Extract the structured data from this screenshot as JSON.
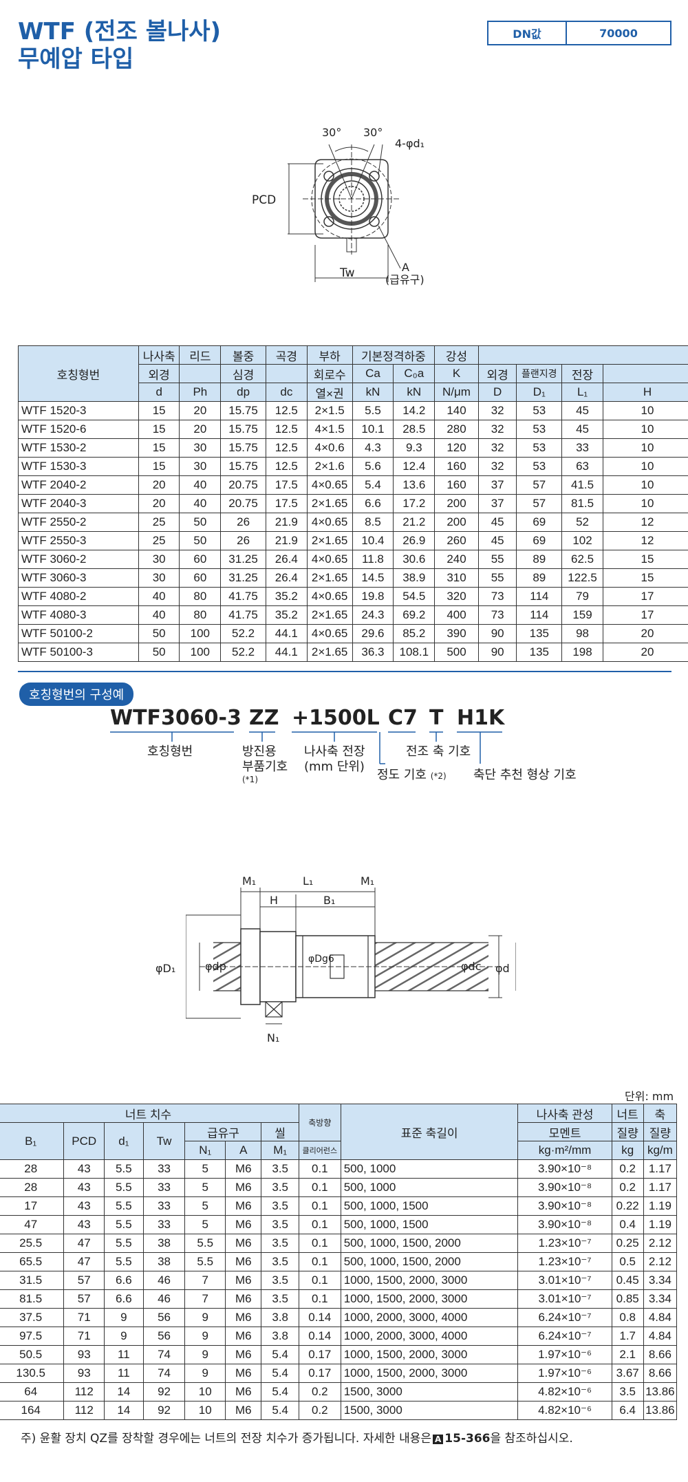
{
  "title_line1": "WTF (전조 볼나사)",
  "title_line2": "무예압 타입",
  "dn": {
    "key": "DN값",
    "value": "70000"
  },
  "fig1": {
    "angle1": "30°",
    "angle2": "30°",
    "hole": "4-φd₁",
    "pcd": "PCD",
    "tw": "Tw",
    "a": "A",
    "lube": "(급유구)"
  },
  "table1": {
    "headers": {
      "model": "호칭형번",
      "d_top": "나사축",
      "d_mid": "외경",
      "d_unit": "d",
      "ph_top": "리드",
      "ph_unit": "Ph",
      "dp_top": "볼중",
      "dp_mid": "심경",
      "dp_unit": "dp",
      "dc_top": "곡경",
      "dc_unit": "dc",
      "load_top": "부하",
      "load_mid": "회로수",
      "load_unit": "열×권",
      "rating": "기본정격하중",
      "ca": "Ca",
      "ca_unit": "kN",
      "c0a": "C₀a",
      "c0a_unit": "kN",
      "k_top": "강성",
      "k_mid": "K",
      "k_unit": "N/μm",
      "D_top": "외경",
      "D_unit": "D",
      "D1_top": "플랜지경",
      "D1_unit": "D₁",
      "L1_top": "전장",
      "L1_unit": "L₁",
      "H_unit": "H"
    },
    "rows": [
      [
        "WTF 1520-3",
        "15",
        "20",
        "15.75",
        "12.5",
        "2×1.5",
        "5.5",
        "14.2",
        "140",
        "32",
        "53",
        "45",
        "10"
      ],
      [
        "WTF 1520-6",
        "15",
        "20",
        "15.75",
        "12.5",
        "4×1.5",
        "10.1",
        "28.5",
        "280",
        "32",
        "53",
        "45",
        "10"
      ],
      [
        "WTF 1530-2",
        "15",
        "30",
        "15.75",
        "12.5",
        "4×0.6",
        "4.3",
        "9.3",
        "120",
        "32",
        "53",
        "33",
        "10"
      ],
      [
        "WTF 1530-3",
        "15",
        "30",
        "15.75",
        "12.5",
        "2×1.6",
        "5.6",
        "12.4",
        "160",
        "32",
        "53",
        "63",
        "10"
      ],
      [
        "WTF 2040-2",
        "20",
        "40",
        "20.75",
        "17.5",
        "4×0.65",
        "5.4",
        "13.6",
        "160",
        "37",
        "57",
        "41.5",
        "10"
      ],
      [
        "WTF 2040-3",
        "20",
        "40",
        "20.75",
        "17.5",
        "2×1.65",
        "6.6",
        "17.2",
        "200",
        "37",
        "57",
        "81.5",
        "10"
      ],
      [
        "WTF 2550-2",
        "25",
        "50",
        "26",
        "21.9",
        "4×0.65",
        "8.5",
        "21.2",
        "200",
        "45",
        "69",
        "52",
        "12"
      ],
      [
        "WTF 2550-3",
        "25",
        "50",
        "26",
        "21.9",
        "2×1.65",
        "10.4",
        "26.9",
        "260",
        "45",
        "69",
        "102",
        "12"
      ],
      [
        "WTF 3060-2",
        "30",
        "60",
        "31.25",
        "26.4",
        "4×0.65",
        "11.8",
        "30.6",
        "240",
        "55",
        "89",
        "62.5",
        "15"
      ],
      [
        "WTF 3060-3",
        "30",
        "60",
        "31.25",
        "26.4",
        "2×1.65",
        "14.5",
        "38.9",
        "310",
        "55",
        "89",
        "122.5",
        "15"
      ],
      [
        "WTF 4080-2",
        "40",
        "80",
        "41.75",
        "35.2",
        "4×0.65",
        "19.8",
        "54.5",
        "320",
        "73",
        "114",
        "79",
        "17"
      ],
      [
        "WTF 4080-3",
        "40",
        "80",
        "41.75",
        "35.2",
        "2×1.65",
        "24.3",
        "69.2",
        "400",
        "73",
        "114",
        "159",
        "17"
      ],
      [
        "WTF 50100-2",
        "50",
        "100",
        "52.2",
        "44.1",
        "4×0.65",
        "29.6",
        "85.2",
        "390",
        "90",
        "135",
        "98",
        "20"
      ],
      [
        "WTF 50100-3",
        "50",
        "100",
        "52.2",
        "44.1",
        "2×1.65",
        "36.3",
        "108.1",
        "500",
        "90",
        "135",
        "198",
        "20"
      ]
    ]
  },
  "example": {
    "tag": "호칭형번의 구성예",
    "parts": [
      "WTF3060-3",
      "ZZ",
      "+1500L",
      "C7",
      "T",
      "H1K"
    ],
    "label_model": "호칭형번",
    "label_zz1": "방진용",
    "label_zz2": "부품기호",
    "label_zz3": "(*1)",
    "label_len1": "나사축 전장",
    "label_len2": "(mm 단위)",
    "label_acc": "정도 기호",
    "label_acc_note": "(*2)",
    "label_t": "전조 축 기호",
    "label_h": "축단 추천 형상 기호"
  },
  "fig2": {
    "m1a": "M₁",
    "l1": "L₁",
    "m1b": "M₁",
    "h": "H",
    "b1": "B₁",
    "d1": "φD₁",
    "dp": "φdp",
    "dg6": "φDg6",
    "dc": "φdc",
    "d": "φd",
    "n1": "N₁"
  },
  "unit": "단위: mm",
  "table2": {
    "headers": {
      "nut": "너트 치수",
      "b1": "B₁",
      "pcd": "PCD",
      "d1": "d₁",
      "tw": "Tw",
      "lube": "급유구",
      "n1": "N₁",
      "a": "A",
      "seal": "씰",
      "m1": "M₁",
      "clear1": "축방향",
      "clear2": "클리어런스",
      "len": "표준 축길이",
      "inertia1": "나사축 관성",
      "inertia2": "모멘트",
      "inertia_unit": "kg·m²/mm",
      "nutmass1": "너트",
      "nutmass2": "질량",
      "nutmass_unit": "kg",
      "shaftmass1": "축",
      "shaftmass2": "질량",
      "shaftmass_unit": "kg/m"
    },
    "rows": [
      [
        "28",
        "43",
        "5.5",
        "33",
        "5",
        "M6",
        "3.5",
        "0.1",
        "500, 1000",
        "3.90×10⁻⁸",
        "0.2",
        "1.17"
      ],
      [
        "28",
        "43",
        "5.5",
        "33",
        "5",
        "M6",
        "3.5",
        "0.1",
        "500, 1000",
        "3.90×10⁻⁸",
        "0.2",
        "1.17"
      ],
      [
        "17",
        "43",
        "5.5",
        "33",
        "5",
        "M6",
        "3.5",
        "0.1",
        "500, 1000, 1500",
        "3.90×10⁻⁸",
        "0.22",
        "1.19"
      ],
      [
        "47",
        "43",
        "5.5",
        "33",
        "5",
        "M6",
        "3.5",
        "0.1",
        "500, 1000, 1500",
        "3.90×10⁻⁸",
        "0.4",
        "1.19"
      ],
      [
        "25.5",
        "47",
        "5.5",
        "38",
        "5.5",
        "M6",
        "3.5",
        "0.1",
        "500, 1000, 1500, 2000",
        "1.23×10⁻⁷",
        "0.25",
        "2.12"
      ],
      [
        "65.5",
        "47",
        "5.5",
        "38",
        "5.5",
        "M6",
        "3.5",
        "0.1",
        "500, 1000, 1500, 2000",
        "1.23×10⁻⁷",
        "0.5",
        "2.12"
      ],
      [
        "31.5",
        "57",
        "6.6",
        "46",
        "7",
        "M6",
        "3.5",
        "0.1",
        "1000, 1500, 2000, 3000",
        "3.01×10⁻⁷",
        "0.45",
        "3.34"
      ],
      [
        "81.5",
        "57",
        "6.6",
        "46",
        "7",
        "M6",
        "3.5",
        "0.1",
        "1000, 1500, 2000, 3000",
        "3.01×10⁻⁷",
        "0.85",
        "3.34"
      ],
      [
        "37.5",
        "71",
        "9",
        "56",
        "9",
        "M6",
        "3.8",
        "0.14",
        "1000, 2000, 3000, 4000",
        "6.24×10⁻⁷",
        "0.8",
        "4.84"
      ],
      [
        "97.5",
        "71",
        "9",
        "56",
        "9",
        "M6",
        "3.8",
        "0.14",
        "1000, 2000, 3000, 4000",
        "6.24×10⁻⁷",
        "1.7",
        "4.84"
      ],
      [
        "50.5",
        "93",
        "11",
        "74",
        "9",
        "M6",
        "5.4",
        "0.17",
        "1000, 1500, 2000, 3000",
        "1.97×10⁻⁶",
        "2.1",
        "8.66"
      ],
      [
        "130.5",
        "93",
        "11",
        "74",
        "9",
        "M6",
        "5.4",
        "0.17",
        "1000, 1500, 2000, 3000",
        "1.97×10⁻⁶",
        "3.67",
        "8.66"
      ],
      [
        "64",
        "112",
        "14",
        "92",
        "10",
        "M6",
        "5.4",
        "0.2",
        "1500, 3000",
        "4.82×10⁻⁶",
        "3.5",
        "13.86"
      ],
      [
        "164",
        "112",
        "14",
        "92",
        "10",
        "M6",
        "5.4",
        "0.2",
        "1500, 3000",
        "4.82×10⁻⁶",
        "6.4",
        "13.86"
      ]
    ]
  },
  "note": {
    "prefix": "주) 윤활 장치 QZ를 장착할 경우에는 너트의 전장 치수가 증가됩니다. 자세한 내용은",
    "ref_icon": "A",
    "ref": "15-366",
    "suffix": "을 참조하십시오."
  }
}
